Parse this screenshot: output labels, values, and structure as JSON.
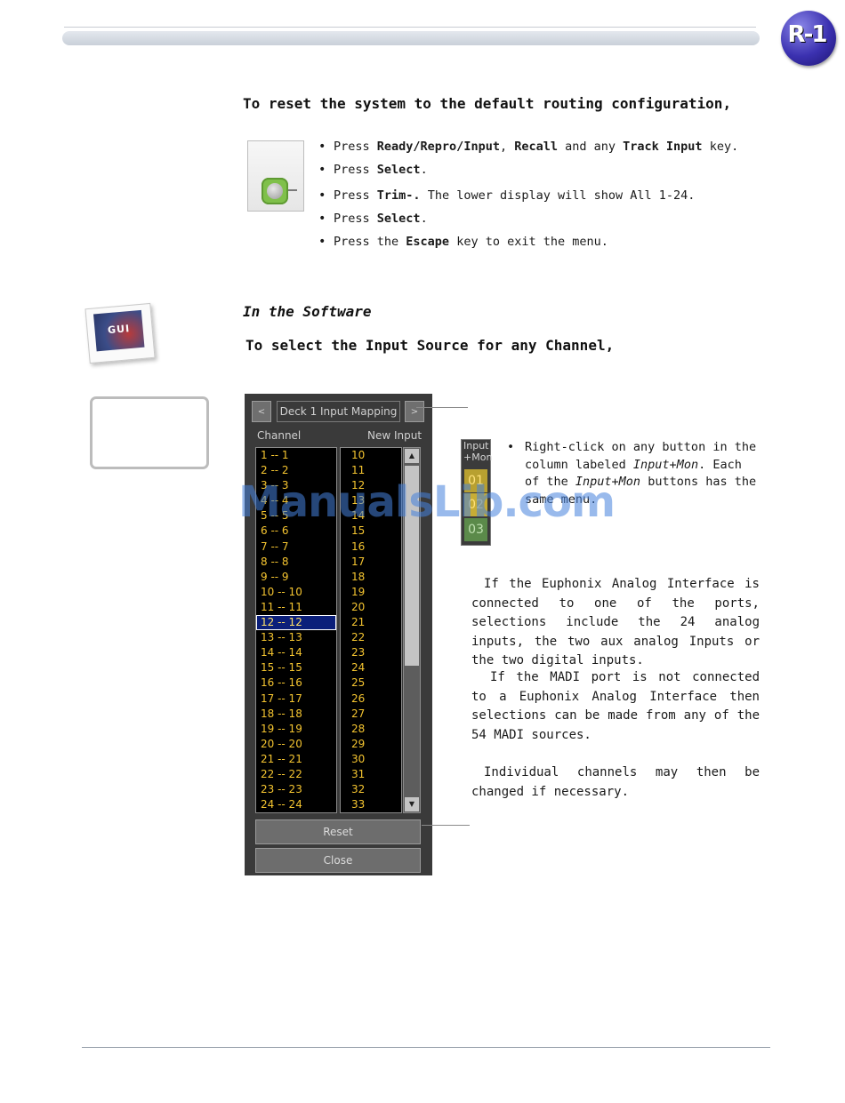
{
  "header": {
    "logo_text": "R-1"
  },
  "reset_section": {
    "heading": "To reset the system to the default routing configuration,",
    "steps": [
      [
        {
          "t": "Press "
        },
        {
          "t": "Ready/Repro/Input",
          "b": true
        },
        {
          "t": ", "
        },
        {
          "t": "Recall",
          "b": true
        },
        {
          "t": " and any "
        },
        {
          "t": "Track Input",
          "b": true
        },
        {
          "t": " key."
        }
      ],
      [
        {
          "t": "Press "
        },
        {
          "t": "Select",
          "b": true
        },
        {
          "t": "."
        }
      ],
      [
        {
          "t": "Press "
        },
        {
          "t": "Trim-.",
          "b": true
        },
        {
          "t": "  The lower display will show All 1-24."
        }
      ],
      [
        {
          "t": "Press "
        },
        {
          "t": "Select",
          "b": true
        },
        {
          "t": "."
        }
      ],
      [
        {
          "t": "Press the "
        },
        {
          "t": "Escape",
          "b": true
        },
        {
          "t": " key to exit the menu."
        }
      ]
    ]
  },
  "software_section": {
    "subheading": "In the Software",
    "heading": "To select the Input Source for any Channel,",
    "gui_icon_label": "GUI"
  },
  "mapping_window": {
    "title": "Deck 1 Input Mapping",
    "left_arrow": "<",
    "right_arrow": ">",
    "channel_header": "Channel",
    "input_header": "New Input",
    "channels": [
      "1 -- 1",
      "2 -- 2",
      "3 -- 3",
      "4 -- 4",
      "5 -- 5",
      "6 -- 6",
      "7 -- 7",
      "8 -- 8",
      "9 -- 9",
      "10 -- 10",
      "11 -- 11",
      "12 -- 12",
      "13 -- 13",
      "14 -- 14",
      "15 -- 15",
      "16 -- 16",
      "17 -- 17",
      "18 -- 18",
      "19 -- 19",
      "20 -- 20",
      "21 -- 21",
      "22 -- 22",
      "23 -- 23",
      "24 -- 24"
    ],
    "selected_index": 11,
    "inputs": [
      "10",
      "11",
      "12",
      "13",
      "14",
      "15",
      "16",
      "17",
      "18",
      "19",
      "20",
      "21",
      "22",
      "23",
      "24",
      "25",
      "26",
      "27",
      "28",
      "29",
      "30",
      "31",
      "32",
      "33"
    ],
    "reset_label": "Reset",
    "close_label": "Close",
    "scroll_up": "▲",
    "scroll_down": "▼"
  },
  "input_mon_strip": {
    "label_line1": "Input",
    "label_line2": "+Mon",
    "cells": [
      "01",
      "02",
      "03"
    ],
    "cell_colors": [
      "#b8a030",
      "#c7ad35",
      "#5b8a4a"
    ]
  },
  "notes": {
    "right_click": [
      {
        "t": "Right-click on any button in the column labeled "
      },
      {
        "t": "Input+Mon",
        "i": true
      },
      {
        "t": ".  Each of the "
      },
      {
        "t": "Input+Mon",
        "i": true
      },
      {
        "t": " buttons has the same menu."
      }
    ],
    "para1": "If the Euphonix Analog Interface is connected to one of the ports, selections include the 24 analog inputs, the two aux analog Inputs or the two digital inputs.",
    "para2": "If the MADI port is not connected to a Euphonix Analog Interface then selections can be made from any of the 54 MADI sources.",
    "para3": "Individual channels may then be changed if necessary."
  },
  "watermark": "ManualsLib.com"
}
